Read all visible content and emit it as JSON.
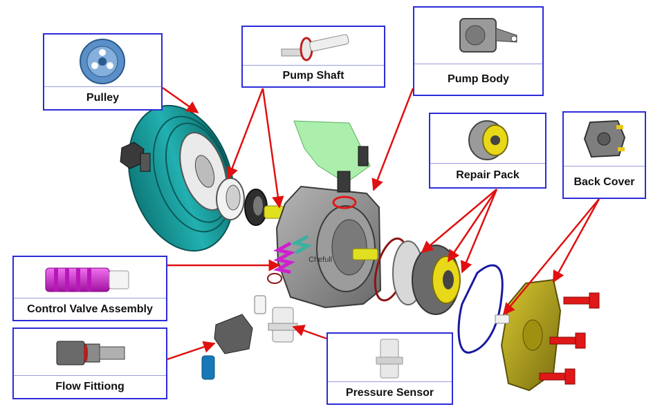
{
  "diagram": {
    "components": {
      "pulley": "Pulley",
      "pump_shaft": "Pump Shaft",
      "pump_body": "Pump Body",
      "repair_pack": "Repair Pack",
      "back_cover": "Back Cover",
      "control_valve": "Control Valve Assembly",
      "flow_fitting": "Flow Fittiong",
      "pressure_sensor": "Pressure Sensor"
    },
    "watermark": "Chefull",
    "colors": {
      "callout_border": "#2b2bd9",
      "leader_line": "#e01010",
      "pulley": "#1a9e9e",
      "pump_body": "#8a8a8a",
      "housing_tube": "#90e890",
      "control_valve": "#d020d0",
      "back_cover": "#b8a818",
      "bolts": "#e01818",
      "gasket": "#1818a0",
      "o_ring": "#8b1414",
      "shaft_tip": "#e0e020",
      "flow_fitting_tip": "#1878b8"
    }
  }
}
